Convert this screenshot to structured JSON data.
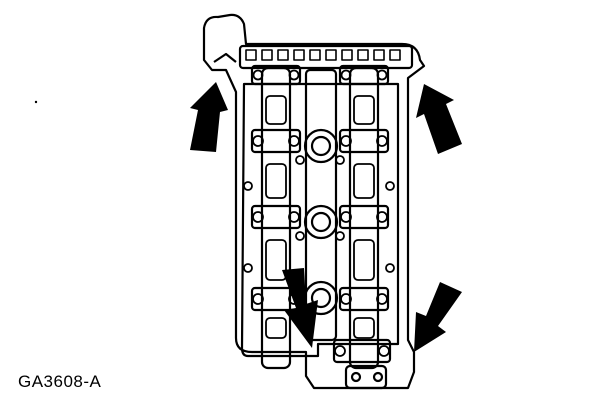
{
  "figure": {
    "code": "GA3608-A"
  },
  "colors": {
    "ink": "#000000",
    "paper": "#ffffff"
  },
  "arrows": [
    {
      "name": "upper-left-arrow"
    },
    {
      "name": "upper-right-arrow"
    },
    {
      "name": "lower-left-arrow"
    },
    {
      "name": "lower-right-arrow"
    }
  ]
}
